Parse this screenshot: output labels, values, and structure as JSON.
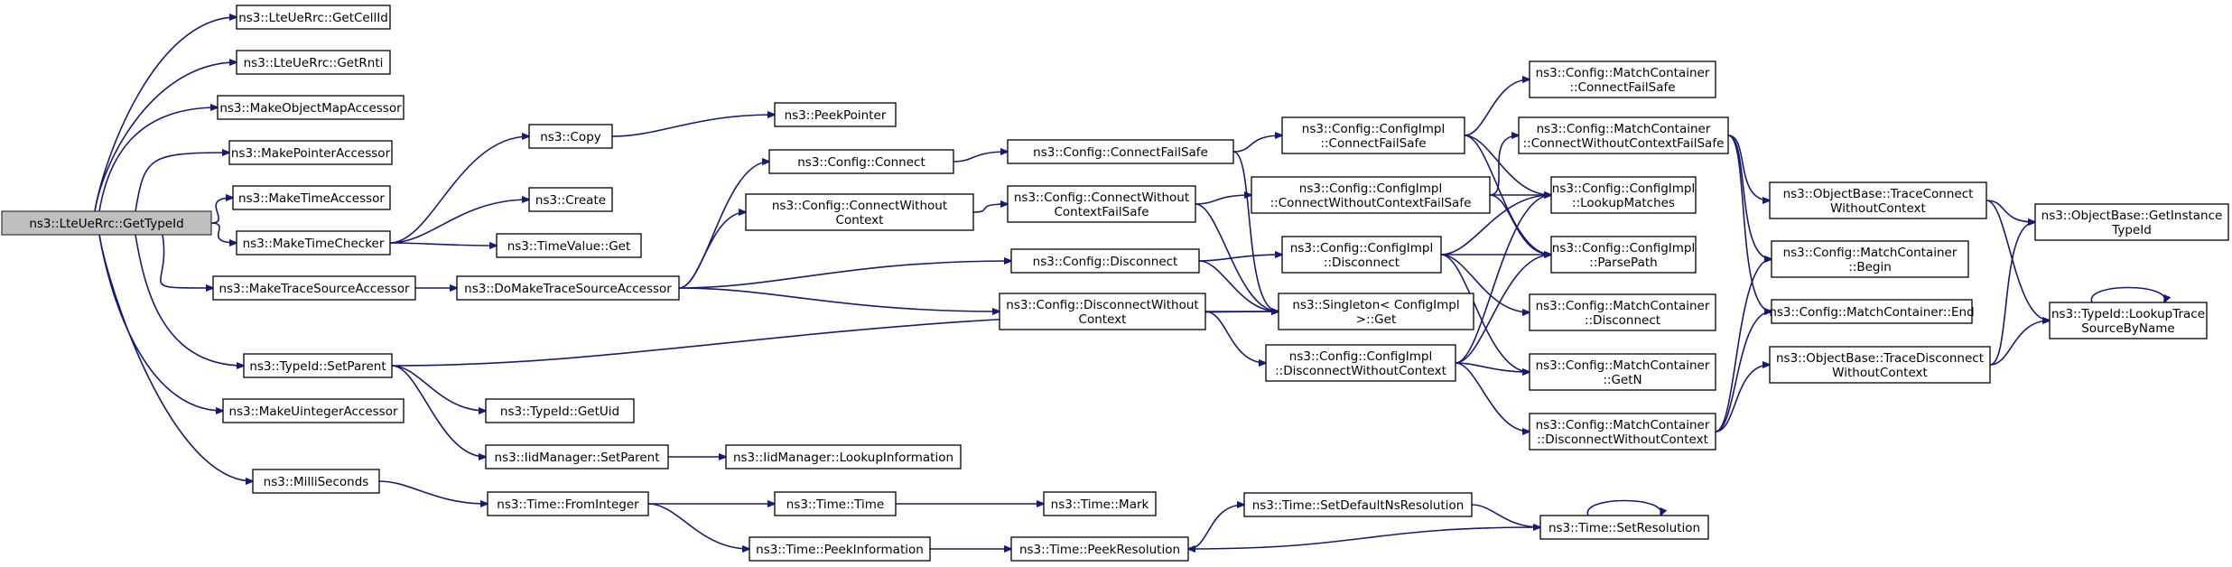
{
  "graph": {
    "root": "n0",
    "nodes": [
      {
        "id": "n0",
        "lines": [
          "ns3::LteUeRrc::GetTypeId"
        ]
      },
      {
        "id": "n1",
        "lines": [
          "ns3::LteUeRrc::GetCellId"
        ]
      },
      {
        "id": "n2",
        "lines": [
          "ns3::LteUeRrc::GetRnti"
        ]
      },
      {
        "id": "n3",
        "lines": [
          "ns3::MakeObjectMapAccessor"
        ]
      },
      {
        "id": "n4",
        "lines": [
          "ns3::MakePointerAccessor"
        ]
      },
      {
        "id": "n5",
        "lines": [
          "ns3::MakeTimeAccessor"
        ]
      },
      {
        "id": "n6",
        "lines": [
          "ns3::MakeTimeChecker"
        ]
      },
      {
        "id": "n7",
        "lines": [
          "ns3::MakeTraceSourceAccessor"
        ]
      },
      {
        "id": "n8",
        "lines": [
          "ns3::TypeId::SetParent"
        ]
      },
      {
        "id": "n9",
        "lines": [
          "ns3::MakeUintegerAccessor"
        ]
      },
      {
        "id": "n10",
        "lines": [
          "ns3::MilliSeconds"
        ]
      },
      {
        "id": "n11",
        "lines": [
          "ns3::Copy"
        ]
      },
      {
        "id": "n12",
        "lines": [
          "ns3::Create"
        ]
      },
      {
        "id": "n13",
        "lines": [
          "ns3::TimeValue::Get"
        ]
      },
      {
        "id": "n14",
        "lines": [
          "ns3::PeekPointer"
        ]
      },
      {
        "id": "n15",
        "lines": [
          "ns3::DoMakeTraceSourceAccessor"
        ]
      },
      {
        "id": "n16",
        "lines": [
          "ns3::Config::Connect"
        ]
      },
      {
        "id": "n17",
        "lines": [
          "ns3::Config::ConnectWithout",
          "Context"
        ]
      },
      {
        "id": "n18",
        "lines": [
          "ns3::Config::Disconnect"
        ]
      },
      {
        "id": "n19",
        "lines": [
          "ns3::Config::DisconnectWithout",
          "Context"
        ]
      },
      {
        "id": "n20",
        "lines": [
          "ns3::Config::ConnectFailSafe"
        ]
      },
      {
        "id": "n21",
        "lines": [
          "ns3::Config::ConnectWithout",
          "ContextFailSafe"
        ]
      },
      {
        "id": "n22",
        "lines": [
          "ns3::Singleton< ConfigImpl",
          " >::Get"
        ]
      },
      {
        "id": "n23",
        "lines": [
          "ns3::Config::ConfigImpl",
          "::ConnectFailSafe"
        ]
      },
      {
        "id": "n24",
        "lines": [
          "ns3::Config::ConfigImpl",
          "::ConnectWithoutContextFailSafe"
        ]
      },
      {
        "id": "n25",
        "lines": [
          "ns3::Config::ConfigImpl",
          "::Disconnect"
        ]
      },
      {
        "id": "n26",
        "lines": [
          "ns3::Config::ConfigImpl",
          "::DisconnectWithoutContext"
        ]
      },
      {
        "id": "n27",
        "lines": [
          "ns3::Config::MatchContainer",
          "::ConnectFailSafe"
        ]
      },
      {
        "id": "n28",
        "lines": [
          "ns3::Config::MatchContainer",
          "::ConnectWithoutContextFailSafe"
        ]
      },
      {
        "id": "n29",
        "lines": [
          "ns3::Config::ConfigImpl",
          "::LookupMatches"
        ]
      },
      {
        "id": "n30",
        "lines": [
          "ns3::Config::ConfigImpl",
          "::ParsePath"
        ]
      },
      {
        "id": "n31",
        "lines": [
          "ns3::Config::MatchContainer",
          "::Disconnect"
        ]
      },
      {
        "id": "n32",
        "lines": [
          "ns3::Config::MatchContainer",
          "::GetN"
        ]
      },
      {
        "id": "n33",
        "lines": [
          "ns3::Config::MatchContainer",
          "::DisconnectWithoutContext"
        ]
      },
      {
        "id": "n34",
        "lines": [
          "ns3::ObjectBase::TraceConnect",
          "WithoutContext"
        ]
      },
      {
        "id": "n35",
        "lines": [
          "ns3::Config::MatchContainer",
          "::Begin"
        ]
      },
      {
        "id": "n36",
        "lines": [
          "ns3::Config::MatchContainer::End"
        ]
      },
      {
        "id": "n37",
        "lines": [
          "ns3::ObjectBase::TraceDisconnect",
          "WithoutContext"
        ]
      },
      {
        "id": "n38",
        "lines": [
          "ns3::ObjectBase::GetInstance",
          "TypeId"
        ]
      },
      {
        "id": "n39",
        "lines": [
          "ns3::TypeId::LookupTrace",
          "SourceByName"
        ]
      },
      {
        "id": "n40",
        "lines": [
          "ns3::TypeId::GetUid"
        ]
      },
      {
        "id": "n41",
        "lines": [
          "ns3::IidManager::SetParent"
        ]
      },
      {
        "id": "n42",
        "lines": [
          "ns3::IidManager::LookupInformation"
        ]
      },
      {
        "id": "n43",
        "lines": [
          "ns3::Time::FromInteger"
        ]
      },
      {
        "id": "n44",
        "lines": [
          "ns3::Time::Time"
        ]
      },
      {
        "id": "n45",
        "lines": [
          "ns3::Time::PeekInformation"
        ]
      },
      {
        "id": "n46",
        "lines": [
          "ns3::Time::Mark"
        ]
      },
      {
        "id": "n47",
        "lines": [
          "ns3::Time::PeekResolution"
        ]
      },
      {
        "id": "n48",
        "lines": [
          "ns3::Time::SetDefaultNsResolution"
        ]
      },
      {
        "id": "n49",
        "lines": [
          "ns3::Time::SetResolution"
        ]
      }
    ],
    "edges": [
      [
        "n0",
        "n1"
      ],
      [
        "n0",
        "n2"
      ],
      [
        "n0",
        "n3"
      ],
      [
        "n0",
        "n4"
      ],
      [
        "n0",
        "n5"
      ],
      [
        "n0",
        "n6"
      ],
      [
        "n0",
        "n7"
      ],
      [
        "n0",
        "n8"
      ],
      [
        "n0",
        "n9"
      ],
      [
        "n0",
        "n10"
      ],
      [
        "n6",
        "n11"
      ],
      [
        "n6",
        "n12"
      ],
      [
        "n6",
        "n13"
      ],
      [
        "n11",
        "n14"
      ],
      [
        "n7",
        "n15"
      ],
      [
        "n15",
        "n16"
      ],
      [
        "n15",
        "n17"
      ],
      [
        "n15",
        "n18"
      ],
      [
        "n15",
        "n19"
      ],
      [
        "n16",
        "n20"
      ],
      [
        "n17",
        "n21"
      ],
      [
        "n18",
        "n25"
      ],
      [
        "n18",
        "n22"
      ],
      [
        "n19",
        "n22"
      ],
      [
        "n19",
        "n26"
      ],
      [
        "n20",
        "n23"
      ],
      [
        "n20",
        "n22"
      ],
      [
        "n21",
        "n24"
      ],
      [
        "n21",
        "n22"
      ],
      [
        "n23",
        "n27"
      ],
      [
        "n23",
        "n29"
      ],
      [
        "n23",
        "n30"
      ],
      [
        "n24",
        "n28"
      ],
      [
        "n24",
        "n29"
      ],
      [
        "n24",
        "n30"
      ],
      [
        "n25",
        "n31"
      ],
      [
        "n25",
        "n32"
      ],
      [
        "n25",
        "n29"
      ],
      [
        "n25",
        "n30"
      ],
      [
        "n26",
        "n33"
      ],
      [
        "n26",
        "n32"
      ],
      [
        "n26",
        "n29"
      ],
      [
        "n26",
        "n30"
      ],
      [
        "n28",
        "n34"
      ],
      [
        "n28",
        "n35"
      ],
      [
        "n28",
        "n36"
      ],
      [
        "n33",
        "n35"
      ],
      [
        "n33",
        "n36"
      ],
      [
        "n33",
        "n37"
      ],
      [
        "n34",
        "n38"
      ],
      [
        "n34",
        "n39"
      ],
      [
        "n37",
        "n38"
      ],
      [
        "n37",
        "n39"
      ],
      [
        "n39",
        "n39"
      ],
      [
        "n8",
        "n22"
      ],
      [
        "n8",
        "n40"
      ],
      [
        "n8",
        "n41"
      ],
      [
        "n41",
        "n42"
      ],
      [
        "n10",
        "n43"
      ],
      [
        "n43",
        "n44"
      ],
      [
        "n43",
        "n45"
      ],
      [
        "n44",
        "n46"
      ],
      [
        "n45",
        "n47"
      ],
      [
        "n47",
        "n48"
      ],
      [
        "n48",
        "n49"
      ],
      [
        "n49",
        "n47"
      ],
      [
        "n49",
        "n49"
      ]
    ]
  }
}
